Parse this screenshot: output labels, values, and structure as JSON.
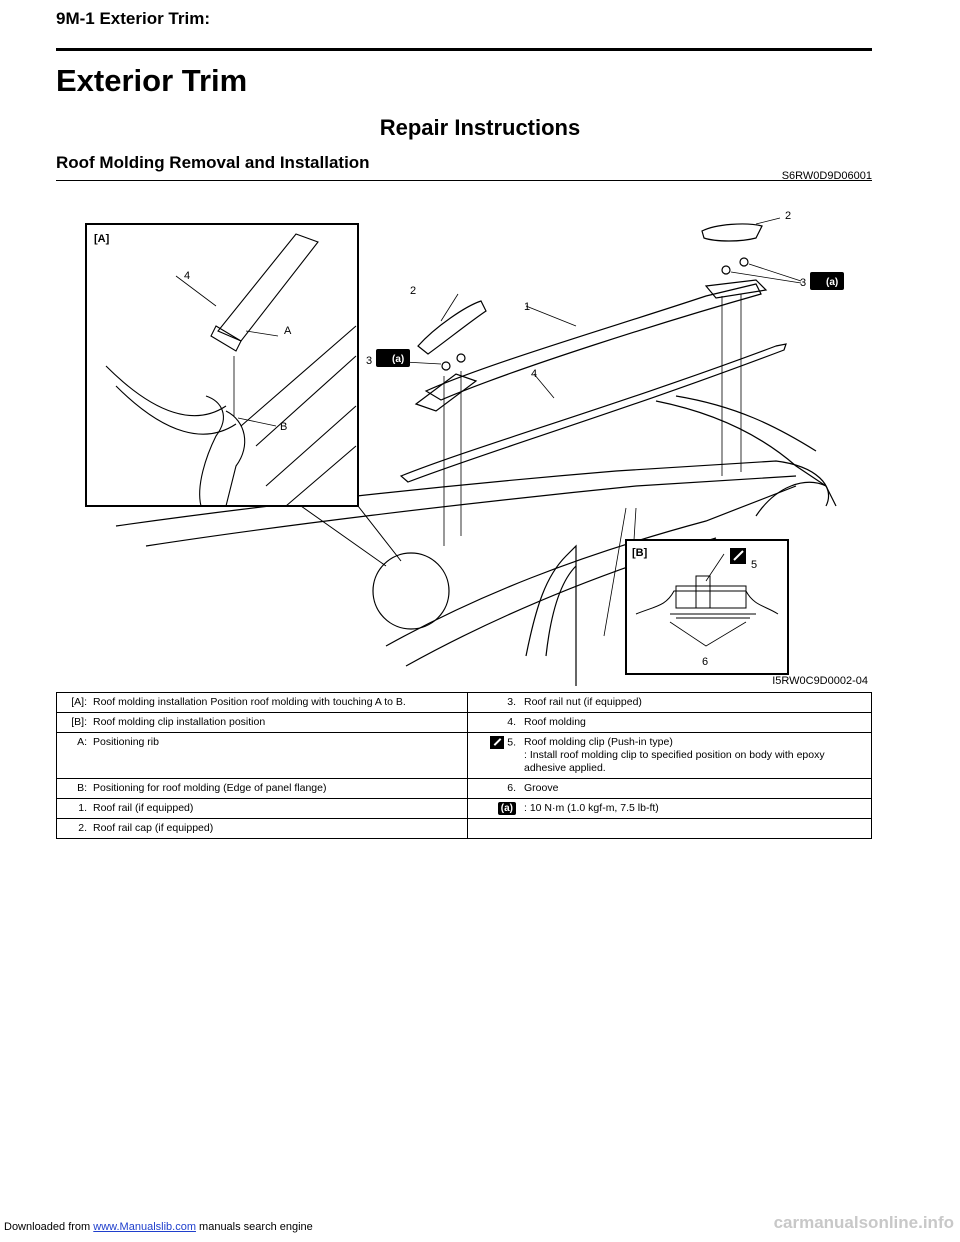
{
  "header": {
    "section": "9M-1   Exterior Trim:"
  },
  "chapter_title": "Exterior Trim",
  "subheading": "Repair Instructions",
  "procedure": {
    "title": "Roof Molding Removal and Installation",
    "id": "S6RW0D9D06001"
  },
  "figure": {
    "label_A_box": "[A]",
    "label_B_box": "[B]",
    "callouts": {
      "c1": "1",
      "c2": "2",
      "c3": "3",
      "c4": "4",
      "c5": "5",
      "c6": "6",
      "cA": "A",
      "cB": "B"
    },
    "torque_symbol": "(a)",
    "image_id": "I5RW0C9D0002-04"
  },
  "legend": [
    {
      "k1": "[A]:",
      "d1": "Roof molding installation Position roof molding with touching A to B.",
      "k2": "3.",
      "d2": "Roof rail nut (if equipped)"
    },
    {
      "k1": "[B]:",
      "d1": "Roof molding clip installation position",
      "k2": "4.",
      "d2": "Roof molding"
    },
    {
      "k1": "A:",
      "d1": "Positioning rib",
      "k2": "5.",
      "d2": "Roof molding clip (Push-in type)",
      "d2b": ": Install roof molding clip to specified position on body with epoxy adhesive applied."
    },
    {
      "k1": "B:",
      "d1": "Positioning for roof molding (Edge of panel flange)",
      "k2": "6.",
      "d2": "Groove"
    },
    {
      "k1": "1.",
      "d1": "Roof rail (if equipped)",
      "k2": "(a)",
      "d2": ":  10 N·m (1.0 kgf-m, 7.5 lb-ft)"
    },
    {
      "k1": "2.",
      "d1": "Roof rail cap (if equipped)",
      "k2": "",
      "d2": ""
    }
  ],
  "footer": {
    "prefix": "Downloaded from ",
    "link": "www.Manualslib.com",
    "suffix": "  manuals search engine",
    "watermark": "carmanualsonline.info"
  }
}
